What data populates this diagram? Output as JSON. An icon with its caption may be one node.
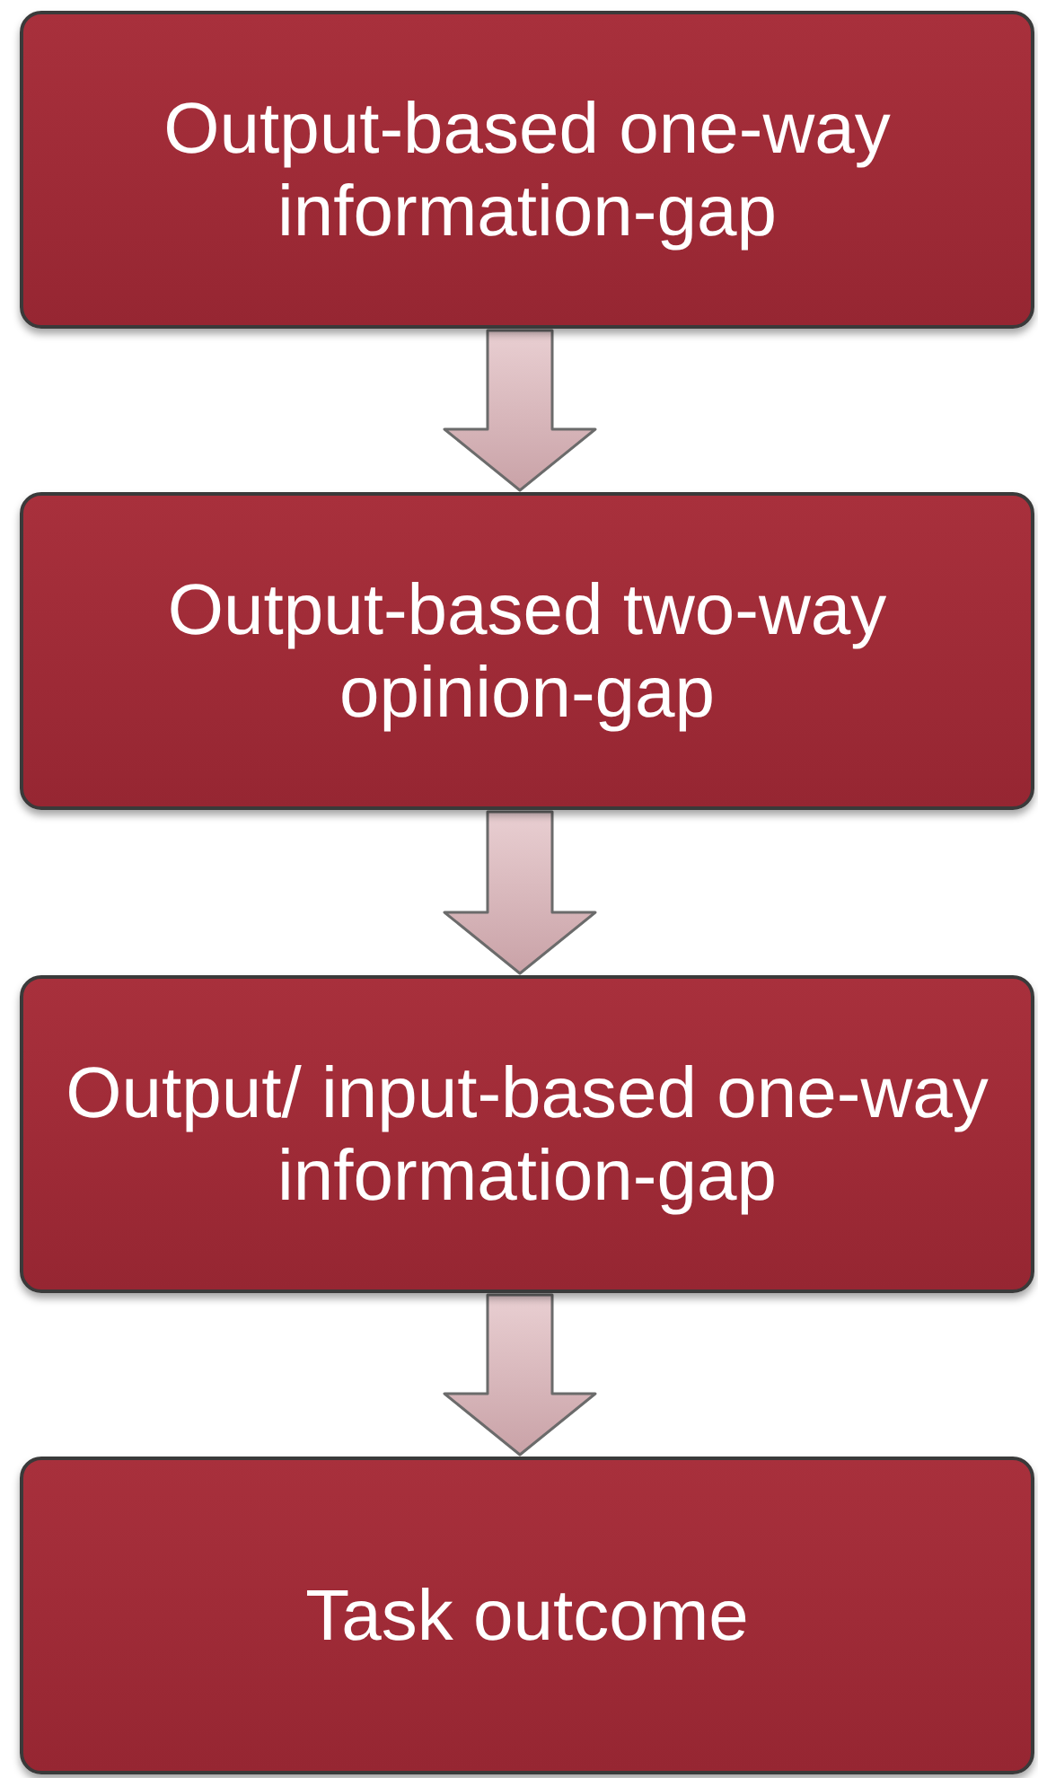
{
  "diagram": {
    "nodes": [
      {
        "text": [
          "Output-based one-way information-gap"
        ]
      },
      {
        "text": [
          "Output-based two-way opinion-gap"
        ]
      },
      {
        "text": [
          "Output/ input-based one-way information-gap"
        ]
      },
      {
        "text": [
          "Task outcome"
        ]
      }
    ],
    "edges": [
      {
        "from": 0,
        "to": 1,
        "arrow": "to"
      },
      {
        "from": 1,
        "to": 2,
        "arrow": "to"
      },
      {
        "from": 2,
        "to": 3,
        "arrow": "to"
      }
    ]
  }
}
